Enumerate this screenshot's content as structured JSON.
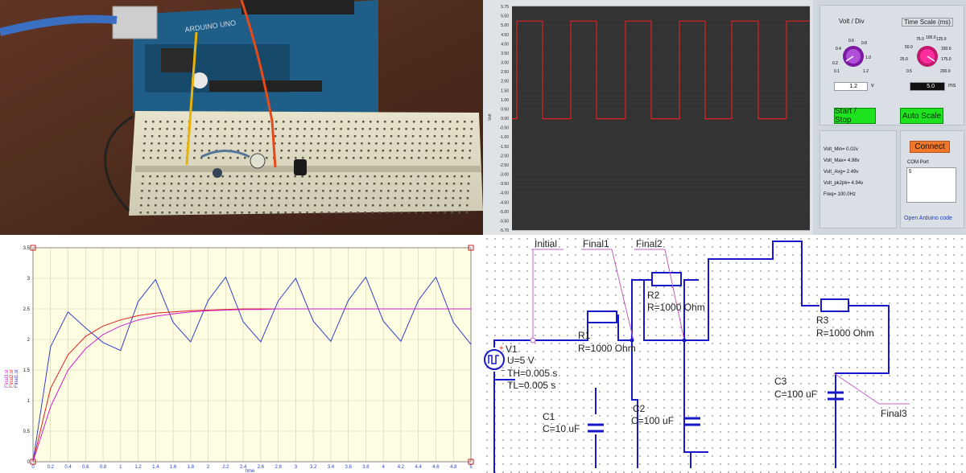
{
  "photo": {
    "board_text": "ARDUINO UNO"
  },
  "scope": {
    "y_ticks": [
      "5.75",
      "5.50",
      "5.00",
      "4.50",
      "4.00",
      "3.50",
      "3.00",
      "2.50",
      "2.00",
      "1.50",
      "1.00",
      "0.50",
      "0.00",
      "-0.50",
      "-1.00",
      "-1.50",
      "-2.00",
      "-2.50",
      "-3.00",
      "-3.50",
      "-4.00",
      "-4.50",
      "-5.00",
      "-5.50",
      "-5.70"
    ],
    "y_axis_label": "Volt",
    "volt_div_title": "Volt / Div",
    "volt_knob_labels": [
      "0.6",
      "0.8",
      "0.4",
      "1.0",
      "0.2",
      "0.1",
      "1.2"
    ],
    "volt_value": "1.2",
    "volt_unit": "v",
    "time_scale_title": "Time Scale (ms)",
    "time_knob_labels": [
      "75.0",
      "100.0",
      "125.0",
      "50.0",
      "150.0",
      "25.0",
      "175.0",
      "0.5",
      "200.0"
    ],
    "time_value": "5.0",
    "time_unit": "ms",
    "start_stop": "Start / Stop",
    "auto_scale": "Auto Scale",
    "stats": [
      "Volt_Min= 0.02v",
      "Volt_Max= 4.98v",
      "Volt_Avg= 2.49v",
      "Volt_pk2pk= 4.94v",
      "Freq= 100.0Hz"
    ],
    "connect": "Connect",
    "com_port_label": "COM Port",
    "com_port_value": "5",
    "arduino_link": "Open Arduino code",
    "colors": {
      "trace": "#e02020",
      "plot_bg": "#333333",
      "button": "#22e022",
      "connect": "#f0782a",
      "link": "#1a3cc8"
    }
  },
  "sim": {
    "x_ticks": [
      "0",
      "0.2",
      "0.4",
      "0.6",
      "0.8",
      "1",
      "1.2",
      "1.4",
      "1.6",
      "1.8",
      "2",
      "2.2",
      "2.4",
      "2.6",
      "2.8",
      "3",
      "3.2",
      "3.4",
      "3.6",
      "3.8",
      "4",
      "4.2",
      "4.4",
      "4.6",
      "4.8",
      "5"
    ],
    "y_ticks": [
      "3.5",
      "3",
      "2.5",
      "2",
      "1.5",
      "1",
      "0.5",
      "0"
    ],
    "legend": [
      "Final3.st",
      "Final2.st",
      "Final1.st"
    ],
    "x_label": "time",
    "colors": {
      "blue": "#3040d0",
      "red": "#e02020",
      "magenta": "#d020d0"
    }
  },
  "chart_data": {
    "type": "line",
    "x": [
      0,
      0.2,
      0.4,
      0.6,
      0.8,
      1,
      1.2,
      1.4,
      1.6,
      1.8,
      2,
      2.2,
      2.4,
      2.6,
      2.8,
      3,
      3.2,
      3.4,
      3.6,
      3.8,
      4,
      4.2,
      4.4,
      4.6,
      4.8,
      5
    ],
    "series": [
      {
        "name": "Final1.st",
        "values": [
          0,
          1.88,
          2.45,
          2.19,
          1.95,
          1.82,
          2.62,
          2.98,
          2.28,
          1.96,
          2.64,
          3.02,
          2.29,
          1.96,
          2.63,
          3.0,
          2.3,
          1.97,
          2.64,
          3.02,
          2.3,
          1.97,
          2.64,
          3.02,
          2.28,
          1.92
        ]
      },
      {
        "name": "Final2.st",
        "values": [
          0,
          1.2,
          1.75,
          2.05,
          2.22,
          2.32,
          2.39,
          2.43,
          2.45,
          2.47,
          2.48,
          2.49,
          2.5,
          2.5,
          2.5,
          2.5,
          2.5,
          2.5,
          2.5,
          2.5,
          2.5,
          2.5,
          2.5,
          2.5,
          2.5,
          2.5
        ]
      },
      {
        "name": "Final3.st",
        "values": [
          0,
          0.9,
          1.5,
          1.85,
          2.08,
          2.22,
          2.32,
          2.38,
          2.42,
          2.45,
          2.47,
          2.48,
          2.49,
          2.49,
          2.5,
          2.5,
          2.5,
          2.5,
          2.5,
          2.5,
          2.5,
          2.5,
          2.5,
          2.5,
          2.5,
          2.5
        ]
      }
    ],
    "xlim": [
      0,
      5
    ],
    "ylim": [
      0,
      3.5
    ],
    "xlabel": "time",
    "grid": true
  },
  "circuit": {
    "nodes": [
      "Initial",
      "Final1",
      "Final2",
      "Final3"
    ],
    "V1": {
      "name": "V1",
      "lines": [
        "U=5 V",
        "TH=0.005 s",
        "TL=0.005 s"
      ]
    },
    "R1": {
      "name": "R1",
      "value": "R=1000 Ohm"
    },
    "R2": {
      "name": "R2",
      "value": "R=1000 Ohm"
    },
    "R3": {
      "name": "R3",
      "value": "R=1000 Ohm"
    },
    "C1": {
      "name": "C1",
      "value": "C=10 uF"
    },
    "C2": {
      "name": "C2",
      "value": "C=100 uF"
    },
    "C3": {
      "name": "C3",
      "value": "C=100 uF"
    },
    "colors": {
      "wire": "#1818c8",
      "label_line": "#c060c0"
    }
  }
}
